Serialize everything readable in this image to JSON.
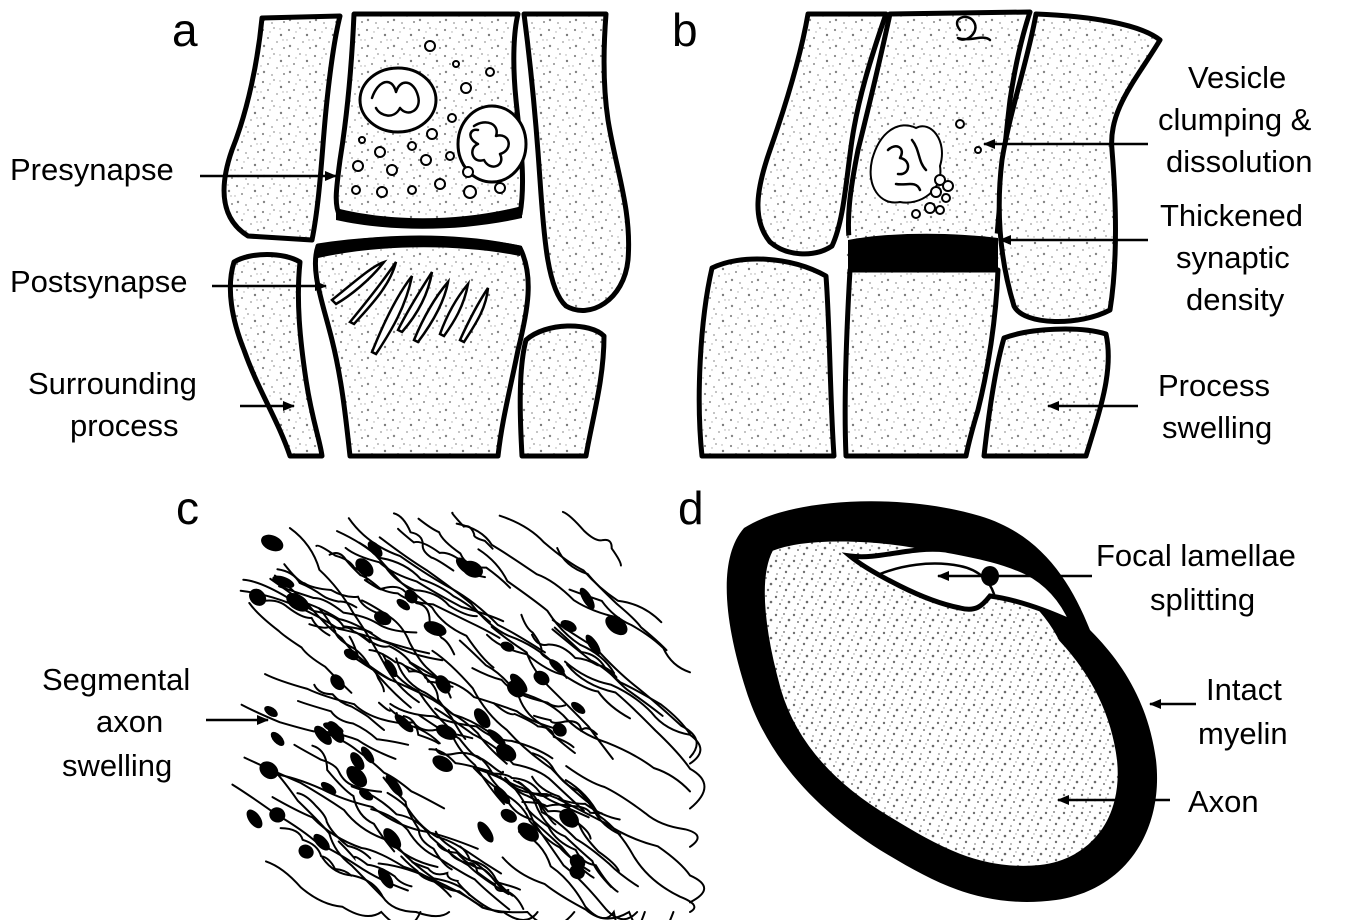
{
  "panels": {
    "a": {
      "letter": "a",
      "labels": {
        "presynapse": "Presynapse",
        "postsynapse": "Postsynapse",
        "surrounding_1": "Surrounding",
        "surrounding_2": "process"
      }
    },
    "b": {
      "letter": "b",
      "labels": {
        "vesicle_1": "Vesicle",
        "vesicle_2": "clumping &",
        "vesicle_3": "dissolution",
        "density_1": "Thickened",
        "density_2": "synaptic",
        "density_3": "density",
        "swelling_1": "Process",
        "swelling_2": "swelling"
      }
    },
    "c": {
      "letter": "c",
      "labels": {
        "segmental_1": "Segmental",
        "segmental_2": "axon",
        "segmental_3": "swelling"
      }
    },
    "d": {
      "letter": "d",
      "labels": {
        "focal_1": "Focal lamellae",
        "focal_2": "splitting",
        "intact_1": "Intact",
        "intact_2": "myelin",
        "axon": "Axon"
      }
    }
  },
  "colors": {
    "ink": "#000000",
    "paper": "#ffffff",
    "stipple": "#8a8a8a"
  }
}
